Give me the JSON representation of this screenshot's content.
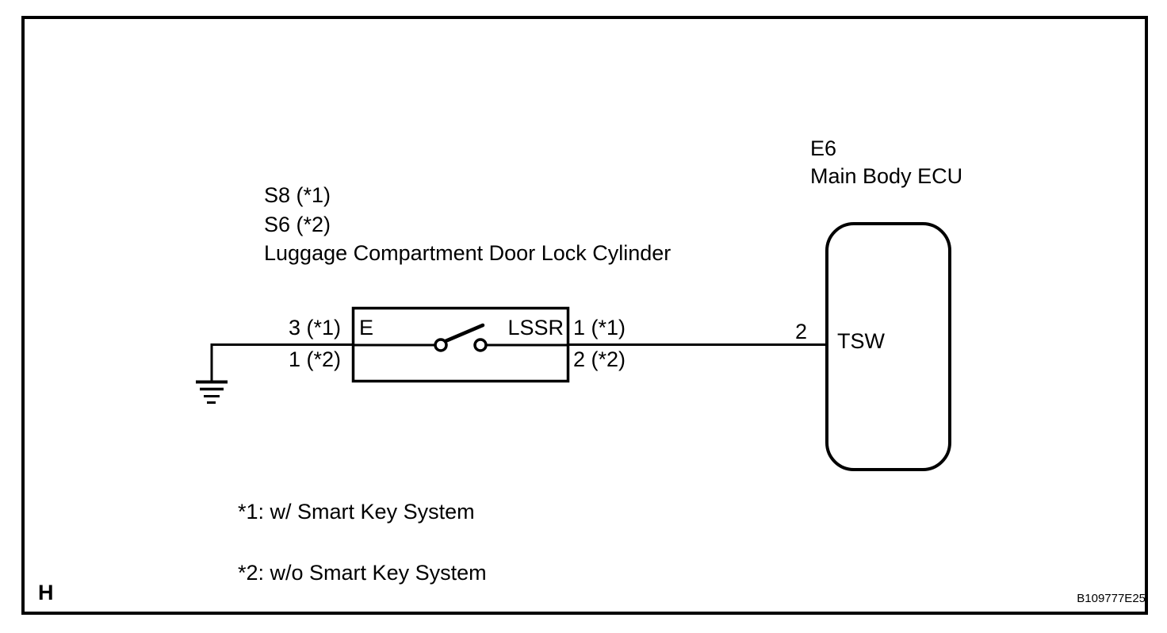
{
  "diagram": {
    "component": {
      "labels": [
        "S8 (*1)",
        "S6 (*2)",
        "Luggage Compartment Door Lock Cylinder"
      ],
      "pins": {
        "left_top": "3 (*1)",
        "left_bottom": "1 (*2)",
        "inner_left": "E",
        "inner_right": "LSSR",
        "right_top": "1 (*1)",
        "right_bottom": "2 (*2)"
      }
    },
    "ecu": {
      "code": "E6",
      "name": "Main Body ECU",
      "pin": "2",
      "terminal": "TSW"
    },
    "notes": [
      "*1: w/ Smart Key System",
      "*2: w/o Smart Key System"
    ],
    "page_marker": "H",
    "figure_id": "B109777E25",
    "colors": {
      "line": "#000000",
      "background": "#ffffff"
    }
  }
}
